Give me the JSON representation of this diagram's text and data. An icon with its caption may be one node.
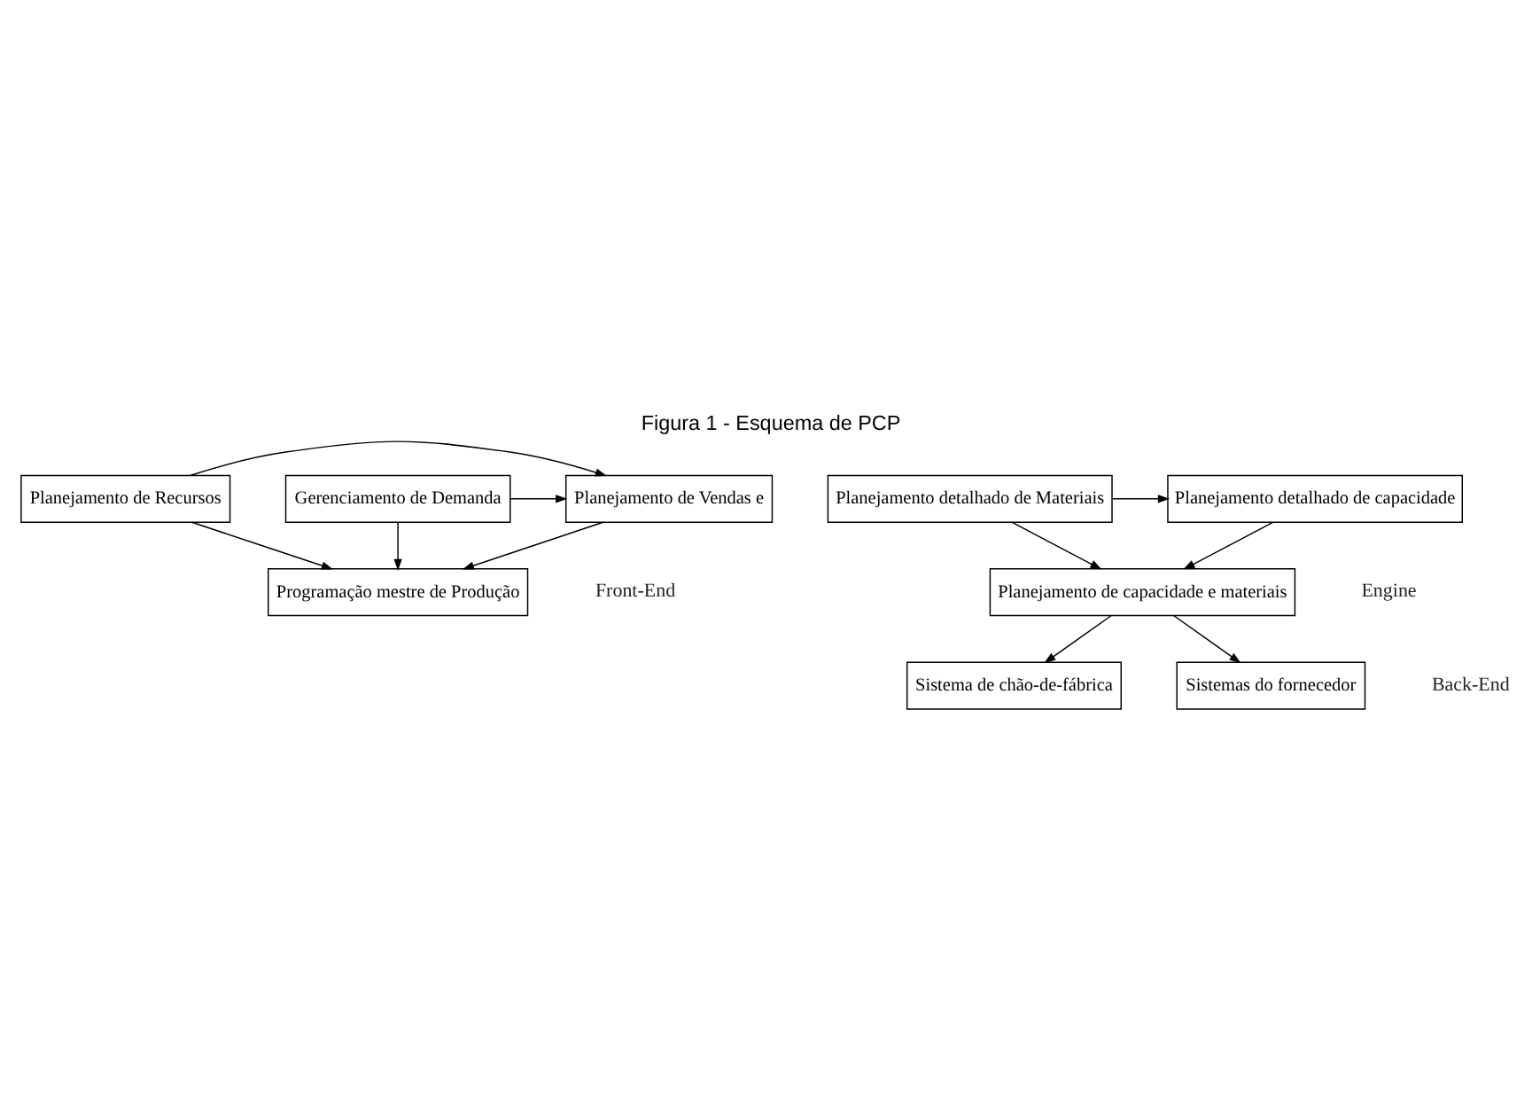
{
  "diagram": {
    "title": "Figura 1 - Esquema de PCP",
    "nodes": [
      {
        "text": [
          "Planejamento de Recursos"
        ]
      },
      {
        "text": [
          "Planejamento de Vendas e"
        ]
      },
      {
        "text": [
          "Gerenciamento de Demanda"
        ]
      },
      {
        "text": [
          "Programação mestre de Produção"
        ]
      },
      {
        "text": [
          "Planejamento detalhado de capacidade"
        ]
      },
      {
        "text": [
          "Planejamento detalhado de Materiais"
        ]
      },
      {
        "text": [
          "Planejamento de capacidade e materiais"
        ]
      },
      {
        "text": [
          "Sistema de chão-de-fábrica"
        ]
      },
      {
        "text": [
          "Sistemas do fornecedor"
        ]
      }
    ],
    "edges": [
      {
        "from": 0,
        "to": 1,
        "arrow": "to"
      },
      {
        "from": 2,
        "to": 1,
        "arrow": "to"
      },
      {
        "from": 0,
        "to": 3,
        "arrow": "to"
      },
      {
        "from": 1,
        "to": 3,
        "arrow": "to"
      },
      {
        "from": 2,
        "to": 3,
        "arrow": "to"
      },
      {
        "from": 5,
        "to": 4,
        "arrow": "to"
      },
      {
        "from": 4,
        "to": 6,
        "arrow": "to"
      },
      {
        "from": 5,
        "to": 6,
        "arrow": "to"
      },
      {
        "from": 6,
        "to": 7,
        "arrow": "to"
      },
      {
        "from": 6,
        "to": 8,
        "arrow": "to"
      }
    ],
    "labels": [
      "Front-End",
      "Engine",
      "Back-End"
    ]
  }
}
